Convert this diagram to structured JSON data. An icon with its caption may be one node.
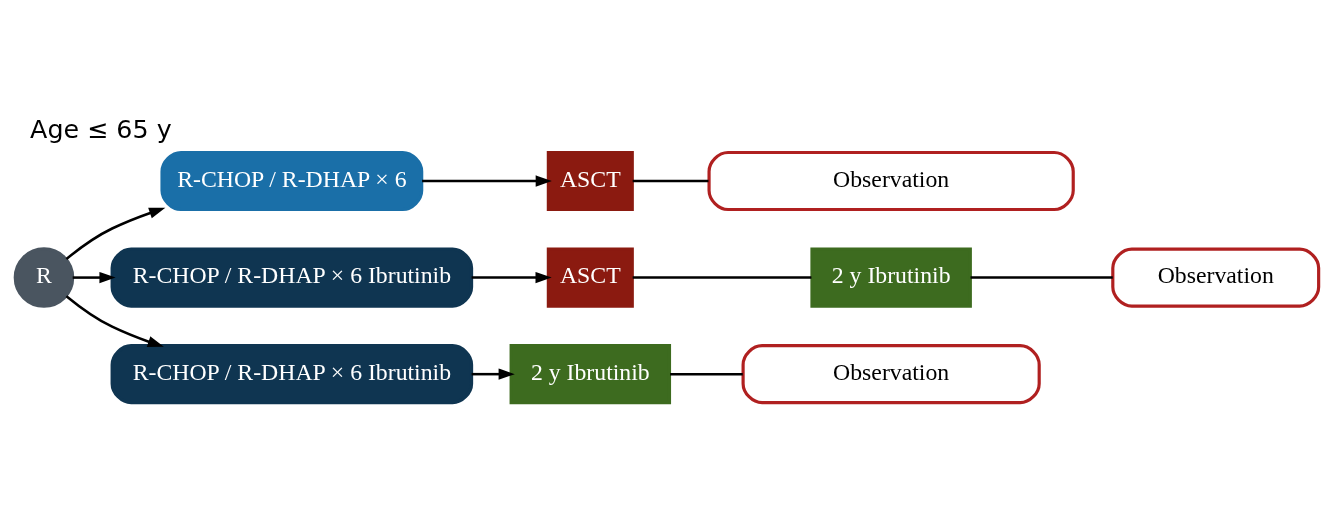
{
  "diagram": {
    "title": "Age ≤ 65 y",
    "nodes": [
      {
        "text": [
          "R"
        ]
      },
      {
        "text": [
          "R-CHOP / R-DHAP × 6"
        ]
      },
      {
        "text": [
          "ASCT"
        ]
      },
      {
        "text": [
          "Observation"
        ]
      },
      {
        "text": [
          "R-CHOP / R-DHAP × 6 Ibrutinib"
        ]
      },
      {
        "text": [
          "ASCT"
        ]
      },
      {
        "text": [
          "2 y Ibrutinib"
        ]
      },
      {
        "text": [
          "Observation"
        ]
      },
      {
        "text": [
          "R-CHOP / R-DHAP × 6 Ibrutinib"
        ]
      },
      {
        "text": [
          "2 y Ibrutinib"
        ]
      },
      {
        "text": [
          "Observation"
        ]
      }
    ],
    "edges": [
      {
        "from": 0,
        "to": 1,
        "arrow": "to"
      },
      {
        "from": 0,
        "to": 4,
        "arrow": "to"
      },
      {
        "from": 0,
        "to": 8,
        "arrow": "to"
      },
      {
        "from": 1,
        "to": 2,
        "arrow": "to"
      },
      {
        "from": 2,
        "to": 3,
        "arrow": "none"
      },
      {
        "from": 4,
        "to": 5,
        "arrow": "to"
      },
      {
        "from": 5,
        "to": 6,
        "arrow": "none"
      },
      {
        "from": 6,
        "to": 7,
        "arrow": "none"
      },
      {
        "from": 8,
        "to": 9,
        "arrow": "to"
      },
      {
        "from": 9,
        "to": 10,
        "arrow": "none"
      }
    ]
  }
}
